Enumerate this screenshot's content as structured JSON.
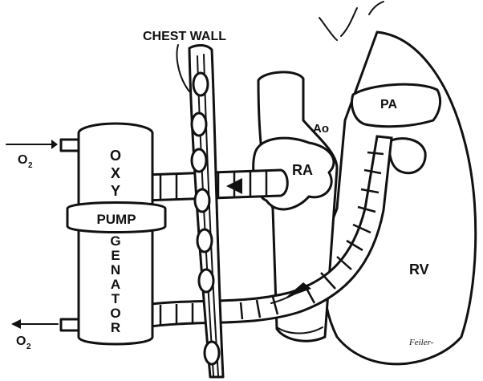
{
  "labels": {
    "chest_wall": "CHEST WALL",
    "ao": "Ao",
    "ra": "RA",
    "pa": "PA",
    "rv": "RV",
    "oxy": [
      "O",
      "X",
      "Y"
    ],
    "pump": "PUMP",
    "genator": [
      "G",
      "E",
      "N",
      "A",
      "T",
      "O",
      "R"
    ],
    "o2_in": "O",
    "o2_in_sub": "2",
    "o2_out": "O",
    "o2_out_sub": "2",
    "signature": "Feiler-"
  },
  "colors": {
    "ink": "#111111",
    "paper": "#ffffff"
  },
  "icons": {
    "flow_arrow": "arrow-icon"
  }
}
